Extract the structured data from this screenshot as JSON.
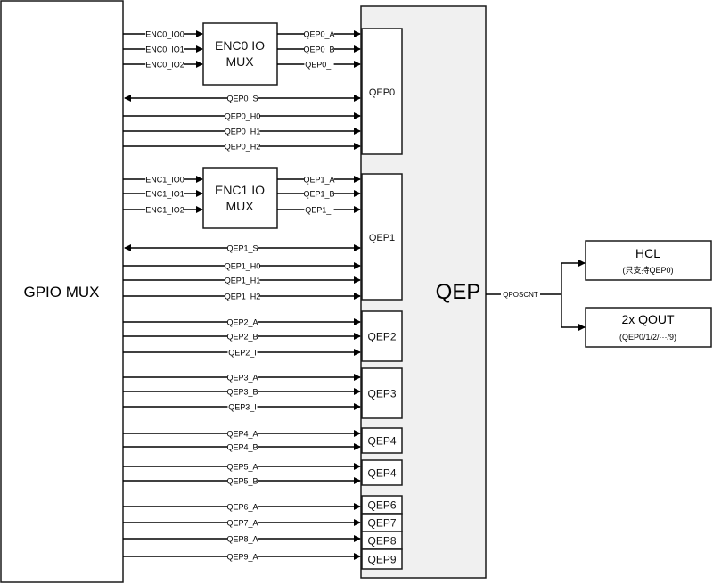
{
  "gpio_mux": {
    "label": "GPIO MUX"
  },
  "qep": {
    "label": "QEP",
    "output_signal": "QPOSCNT"
  },
  "enc_muxes": [
    {
      "label_line1": "ENC0 IO",
      "label_line2": "MUX",
      "inputs": [
        "ENC0_IO0",
        "ENC0_IO1",
        "ENC0_IO2"
      ],
      "outputs": [
        "QEP0_A",
        "QEP0_B",
        "QEP0_I"
      ]
    },
    {
      "label_line1": "ENC1 IO",
      "label_line2": "MUX",
      "inputs": [
        "ENC1_IO0",
        "ENC1_IO1",
        "ENC1_IO2"
      ],
      "outputs": [
        "QEP1_A",
        "QEP1_B",
        "QEP1_I"
      ]
    }
  ],
  "direct_signals": {
    "qep0": [
      "QEP0_S",
      "QEP0_H0",
      "QEP0_H1",
      "QEP0_H2"
    ],
    "qep1": [
      "QEP1_S",
      "QEP1_H0",
      "QEP1_H1",
      "QEP1_H2"
    ],
    "qep2": [
      "QEP2_A",
      "QEP2_B",
      "QEP2_I"
    ],
    "qep3": [
      "QEP3_A",
      "QEP3_B",
      "QEP3_I"
    ],
    "qep4": [
      "QEP4_A",
      "QEP4_B"
    ],
    "qep5": [
      "QEP5_A",
      "QEP5_B"
    ],
    "qep6": [
      "QEP6_A"
    ],
    "qep7": [
      "QEP7_A"
    ],
    "qep8": [
      "QEP8_A"
    ],
    "qep9": [
      "QEP9_A"
    ]
  },
  "qep_units": [
    "QEP0",
    "QEP1",
    "QEP2",
    "QEP3",
    "QEP4",
    "QEP4",
    "QEP6",
    "QEP7",
    "QEP8",
    "QEP9"
  ],
  "outputs": [
    {
      "title": "HCL",
      "subtitle": "(只支持QEP0)"
    },
    {
      "title": "2x QOUT",
      "subtitle": "(QEP0/1/2/···/9)"
    }
  ]
}
